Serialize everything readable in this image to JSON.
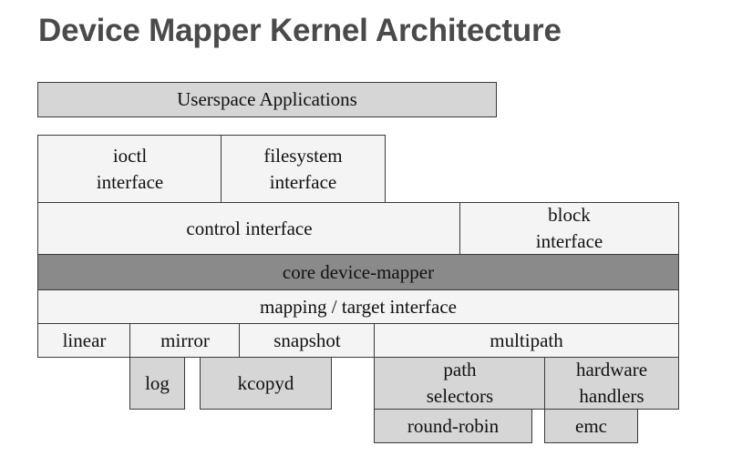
{
  "title": "Device Mapper Kernel Architecture",
  "blocks": {
    "userspace": "Userspace Applications",
    "ioctl": "ioctl\ninterface",
    "filesystem": "filesystem\ninterface",
    "control": "control interface",
    "block": "block\ninterface",
    "core": "core device-mapper",
    "mapping": "mapping / target interface",
    "linear": "linear",
    "mirror": "mirror",
    "snapshot": "snapshot",
    "multipath": "multipath",
    "log": "log",
    "kcopyd": "kcopyd",
    "path_selectors": "path\nselectors",
    "hardware_handlers": "hardware\nhandlers",
    "round_robin": "round-robin",
    "emc": "emc"
  },
  "colors": {
    "title": "#4a4a4a",
    "light_fill": "#f4f4f4",
    "mid_fill": "#d6d6d6",
    "core_fill": "#8a8a8a",
    "border": "#3a3a3a"
  }
}
